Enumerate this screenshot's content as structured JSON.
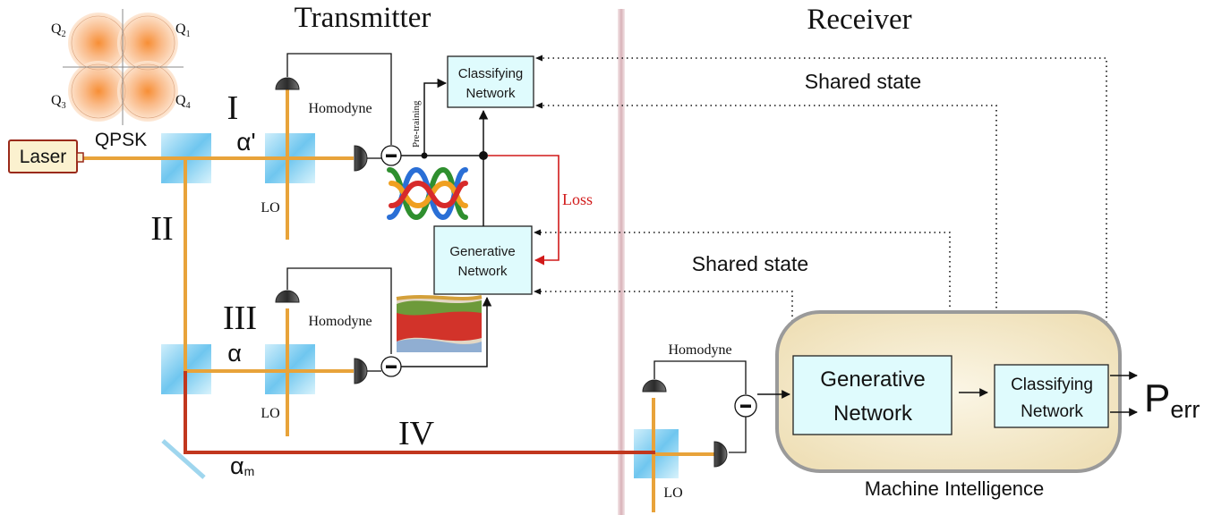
{
  "headings": {
    "transmitter": "Transmitter",
    "receiver": "Receiver"
  },
  "constellation": {
    "q2": "Q",
    "q1": "Q",
    "q3": "Q",
    "q4": "Q",
    "sub2": "2",
    "sub1": "1",
    "sub3": "3",
    "sub4": "4",
    "modulation": "QPSK"
  },
  "source": {
    "laser": "Laser"
  },
  "paths": {
    "i": "I",
    "ii": "II",
    "iii": "III",
    "iv": "IV"
  },
  "amplitudes": {
    "alpha_prime": "α'",
    "alpha": "α",
    "alpha_m": "α",
    "alpha_m_sub": "m"
  },
  "detectors": {
    "homodyne": "Homodyne",
    "lo": "LO",
    "minus": "–"
  },
  "networks": {
    "tx_classifier": [
      "Classifying",
      "Network"
    ],
    "tx_generator": [
      "Generative",
      "Network"
    ],
    "rx_generator": [
      "Generative",
      "Network"
    ],
    "rx_classifier": [
      "Classifying",
      "Network"
    ]
  },
  "annotations": {
    "pretraining": "Pre-training",
    "loss": "Loss",
    "shared_state": "Shared state",
    "machine_intelligence": "Machine Intelligence"
  },
  "output": {
    "p": "P",
    "err": "err"
  },
  "colors": {
    "beam": "#e8a33a",
    "attenuated_beam": "#c1371e",
    "loss": "#d11a1a",
    "network_fill": "#dffbfd",
    "machine_box": "#f5ecd2",
    "divider": "#e3c5ca"
  }
}
